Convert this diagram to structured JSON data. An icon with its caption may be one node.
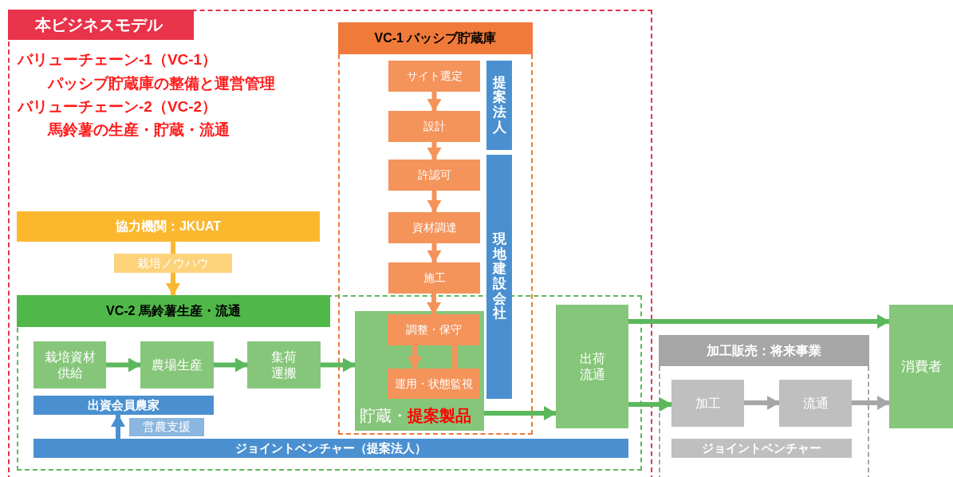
{
  "diagram": {
    "nodes": [
      {
        "text": [
          "本ビジネスモデル"
        ]
      },
      {
        "text": [
          "VC-1 バッシブ貯蔵庫"
        ],
        "in": 0
      },
      {
        "text": [
          "サイト選定"
        ],
        "in": 1
      },
      {
        "text": [
          "設計"
        ],
        "in": 1
      },
      {
        "text": [
          "許認可"
        ],
        "in": 1
      },
      {
        "text": [
          "資材調達"
        ],
        "in": 1
      },
      {
        "text": [
          "施工"
        ],
        "in": 1
      },
      {
        "text": [
          "提案法人"
        ],
        "in": 1
      },
      {
        "text": [
          "現地建設会社"
        ],
        "in": 1
      },
      {
        "text": [
          "協力機関：JKUAT"
        ],
        "in": 0
      },
      {
        "text": [
          "栽培ノウハウ"
        ],
        "in": 0
      },
      {
        "text": [
          "VC-2 馬鈴薯生産・流通"
        ],
        "in": 0
      },
      {
        "text": [
          "栽培資材供給"
        ],
        "in": 11
      },
      {
        "text": [
          "農場生産"
        ],
        "in": 11
      },
      {
        "text": [
          "集荷運搬"
        ],
        "in": 11
      },
      {
        "text": [
          "貯蔵・**提案製品**"
        ]
      },
      {
        "text": [
          "調整・保守"
        ],
        "in": 15
      },
      {
        "text": [
          "運用・状態監視"
        ],
        "in": 15
      },
      {
        "text": [
          "出荷流通"
        ],
        "in": 11
      },
      {
        "text": [
          "出資会員農家"
        ],
        "in": 11
      },
      {
        "text": [
          "営農支援"
        ],
        "in": 11
      },
      {
        "text": [
          "ジョイントベンチャー（提案法人）"
        ],
        "in": 11
      },
      {
        "text": [
          "加工販売：将来事業"
        ]
      },
      {
        "text": [
          "加工"
        ],
        "in": 22
      },
      {
        "text": [
          "流通"
        ],
        "in": 22
      },
      {
        "text": [
          "ジョイントベンチャー"
        ],
        "in": 22
      },
      {
        "text": [
          "消費者"
        ]
      }
    ],
    "edges": [
      {
        "from": 2,
        "to": 3,
        "arrow": "to",
        "color": "#f4935a"
      },
      {
        "from": 3,
        "to": 4,
        "arrow": "to",
        "color": "#f4935a"
      },
      {
        "from": 4,
        "to": 5,
        "arrow": "to",
        "color": "#f4935a"
      },
      {
        "from": 5,
        "to": 6,
        "arrow": "to",
        "color": "#f4935a"
      },
      {
        "from": 6,
        "to": 16,
        "arrow": "to",
        "color": "#f4935a"
      },
      {
        "from": 16,
        "to": 17,
        "arrow": "to",
        "color": "#f4935a"
      },
      {
        "from": 16,
        "to": 17,
        "arrow": "none",
        "color": "#f4935a"
      },
      {
        "from": 9,
        "to": 10,
        "arrow": "none",
        "color": "#fbb82f"
      },
      {
        "from": 10,
        "to": 11,
        "arrow": "to",
        "color": "#fbb82f"
      },
      {
        "from": 12,
        "to": 13,
        "arrow": "to",
        "color": "#5cb85c"
      },
      {
        "from": 13,
        "to": 14,
        "arrow": "to",
        "color": "#5cb85c"
      },
      {
        "from": 14,
        "to": 15,
        "arrow": "to",
        "color": "#5cb85c"
      },
      {
        "from": 15,
        "to": 18,
        "arrow": "to",
        "color": "#5cb85c"
      },
      {
        "from": 18,
        "to": 26,
        "arrow": "to",
        "color": "#5cb85c"
      },
      {
        "from": 18,
        "to": 23,
        "arrow": "to",
        "color": "#5cb85c"
      },
      {
        "from": 23,
        "to": 24,
        "arrow": "to",
        "color": "#a6a6a6"
      },
      {
        "from": 24,
        "to": 26,
        "arrow": "to",
        "color": "#a6a6a6"
      },
      {
        "from": 21,
        "to": 19,
        "arrow": "to",
        "color": "#4a90d0"
      }
    ],
    "labels": [
      "バリューチェーン-1（VC-1）",
      "パッシブ貯蔵庫の整備と運営管理",
      "バリューチェーン-2（VC-2）",
      "馬鈴薯の生産・貯蔵・流通"
    ]
  }
}
